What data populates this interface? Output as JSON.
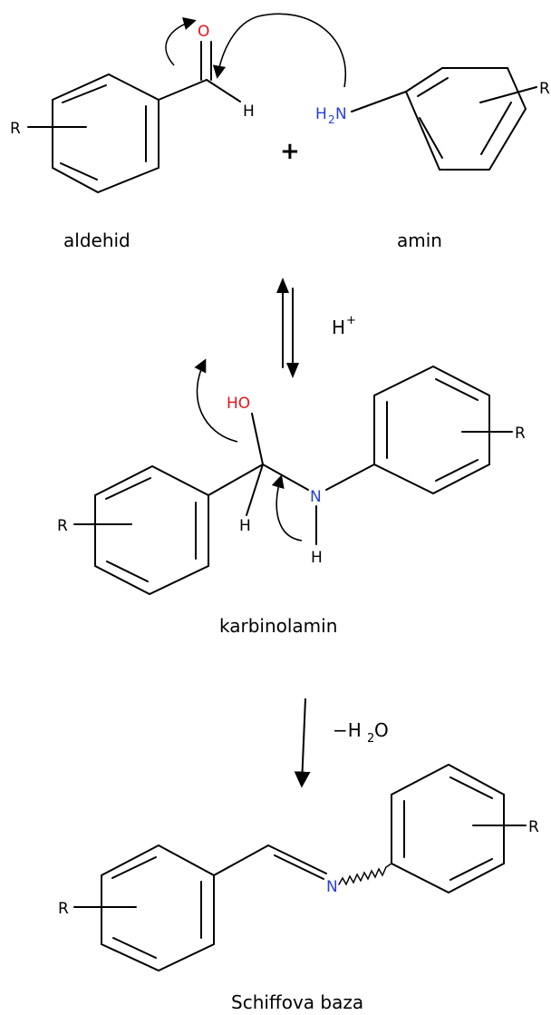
{
  "atoms": {
    "r": "R",
    "h": "H",
    "o": "O",
    "ho": "HO",
    "n": "N",
    "h2": "H",
    "h2_sub": "2",
    "h2n_n": "N"
  },
  "plus": "+",
  "labels": {
    "aldehyde": "aldehid",
    "amine": "amin",
    "carbinolamine": "karbinolamin",
    "schiff_base": "Schiffova baza"
  },
  "conditions": {
    "acid_main": "H",
    "acid_sup": "+",
    "water_minus": "−H",
    "water_sub": "2",
    "water_o": "O"
  },
  "colors": {
    "oxygen": "#e8141b",
    "nitrogen": "#2840d8",
    "bond": "#000000"
  }
}
